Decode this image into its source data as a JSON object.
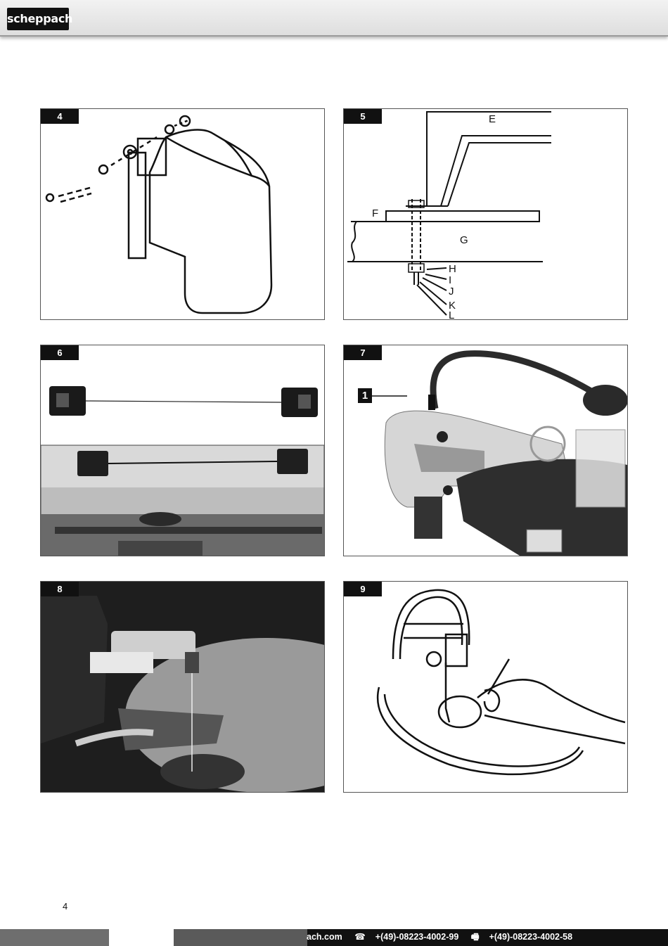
{
  "header": {
    "logo_text": "scheppach"
  },
  "figures": [
    {
      "number": "4"
    },
    {
      "number": "5",
      "labels": [
        "E",
        "F",
        "G",
        "H",
        "I",
        "J",
        "K",
        "L"
      ]
    },
    {
      "number": "6"
    },
    {
      "number": "7",
      "callout": "1"
    },
    {
      "number": "8"
    },
    {
      "number": "9"
    }
  ],
  "page_number": "4",
  "footer": {
    "web": "ach.com",
    "phone_icon": "phone-icon",
    "phone": "+(49)-08223-4002-99",
    "fax_icon": "fax-icon",
    "fax": "+(49)-08223-4002-58"
  },
  "colors": {
    "header_bg": "#e6e6e6",
    "footer_bg": "#111111",
    "figure_border": "#555555"
  }
}
